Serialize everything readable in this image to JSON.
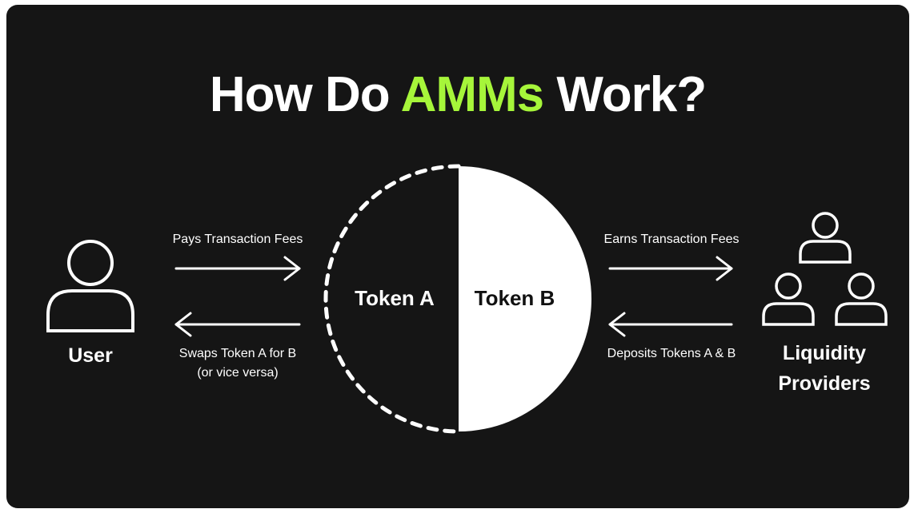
{
  "title": {
    "prefix": "How Do ",
    "accent": "AMMs",
    "suffix": " Work?"
  },
  "left": {
    "entity": "User",
    "top_arrow_label": "Pays Transaction Fees",
    "bottom_arrow_label_line1": "Swaps Token A for B",
    "bottom_arrow_label_line2": "(or vice versa)"
  },
  "pool": {
    "left_half": "Token A",
    "right_half": "Token B"
  },
  "right": {
    "entity_line1": "Liquidity",
    "entity_line2": "Providers",
    "top_arrow_label": "Earns Transaction Fees",
    "bottom_arrow_label": "Deposits Tokens A & B"
  },
  "colors": {
    "background": "#151515",
    "accent": "#a6f53a",
    "foreground": "#ffffff"
  }
}
